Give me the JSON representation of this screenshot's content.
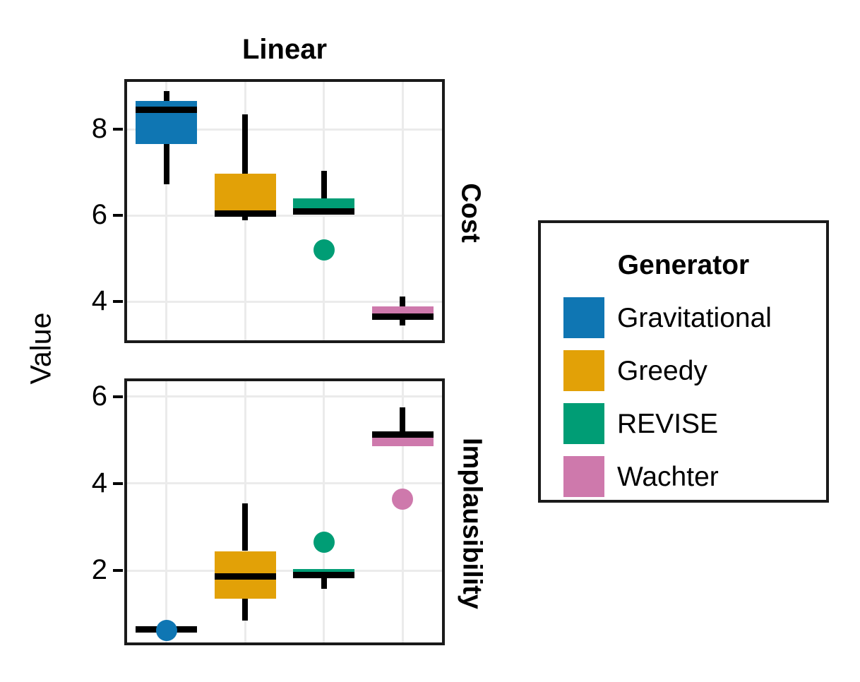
{
  "chart_data": {
    "type": "box",
    "title": "Linear",
    "xlabel": "",
    "ylabel": "Value",
    "grid": true,
    "legend_position": "right",
    "facet_column_label": "Linear",
    "facet_row_labels": [
      "Cost",
      "Implausibility"
    ],
    "legend": {
      "title": "Generator",
      "entries": [
        {
          "label": "Gravitational",
          "color": "#0F76B3"
        },
        {
          "label": "Greedy",
          "color": "#E2A107"
        },
        {
          "label": "REVISE",
          "color": "#009D75"
        },
        {
          "label": "Wachter",
          "color": "#CE79AC"
        }
      ]
    },
    "panels": [
      {
        "name": "Cost",
        "ylim": [
          3.1,
          9.1
        ],
        "yticks": [
          8,
          6,
          4
        ],
        "ytick_labels": [
          "8",
          "6",
          "4"
        ],
        "boxes": [
          {
            "group": "Gravitational",
            "color": "#0F76B3",
            "whisker_low": 6.72,
            "q1": 7.65,
            "median": 8.45,
            "q3": 8.65,
            "whisker_high": 8.88,
            "outliers": []
          },
          {
            "group": "Greedy",
            "color": "#E2A107",
            "whisker_low": 5.88,
            "q1": 6.05,
            "median": 6.05,
            "q3": 6.97,
            "whisker_high": 8.35,
            "outliers": []
          },
          {
            "group": "REVISE",
            "color": "#009D75",
            "whisker_low": 6.05,
            "q1": 6.05,
            "median": 6.1,
            "q3": 6.4,
            "whisker_high": 7.03,
            "outliers": [
              5.2
            ]
          },
          {
            "group": "Wachter",
            "color": "#CE79AC",
            "whisker_low": 3.45,
            "q1": 3.6,
            "median": 3.65,
            "q3": 3.88,
            "whisker_high": 4.12,
            "outliers": []
          }
        ]
      },
      {
        "name": "Implausibility",
        "ylim": [
          0.35,
          6.35
        ],
        "yticks": [
          6,
          4,
          2
        ],
        "ytick_labels": [
          "6",
          "4",
          "2"
        ],
        "boxes": [
          {
            "group": "Gravitational",
            "color": "#0F76B3",
            "whisker_low": 0.65,
            "q1": 0.65,
            "median": 0.65,
            "q3": 0.68,
            "whisker_high": 0.68,
            "outliers": [
              0.62
            ]
          },
          {
            "group": "Greedy",
            "color": "#E2A107",
            "whisker_low": 0.85,
            "q1": 1.35,
            "median": 1.87,
            "q3": 2.45,
            "whisker_high": 3.55,
            "outliers": []
          },
          {
            "group": "REVISE",
            "color": "#009D75",
            "whisker_low": 1.58,
            "q1": 1.87,
            "median": 1.9,
            "q3": 2.03,
            "whisker_high": 2.03,
            "outliers": [
              2.65
            ]
          },
          {
            "group": "Wachter",
            "color": "#CE79AC",
            "whisker_low": 4.85,
            "q1": 4.85,
            "median": 5.13,
            "q3": 5.2,
            "whisker_high": 5.75,
            "outliers": [
              3.65
            ]
          }
        ]
      }
    ]
  }
}
